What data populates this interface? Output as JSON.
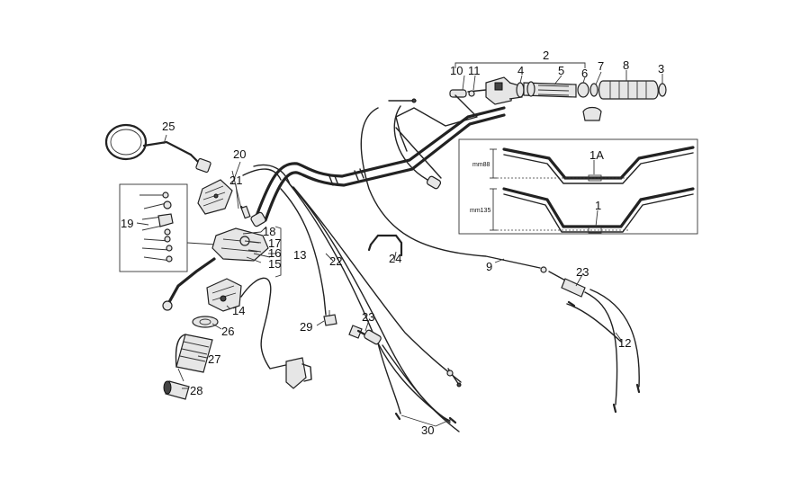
{
  "callouts": {
    "c1": "1",
    "c1a": "1A",
    "c2": "2",
    "c3": "3",
    "c4": "4",
    "c5": "5",
    "c6": "6",
    "c7": "7",
    "c8": "8",
    "c9": "9",
    "c10": "10",
    "c11": "11",
    "c12": "12",
    "c13": "13",
    "c14": "14",
    "c15": "15",
    "c16": "16",
    "c17": "17",
    "c18": "18",
    "c19": "19",
    "c20": "20",
    "c21": "21",
    "c22": "22",
    "c23a": "23",
    "c23b": "23",
    "c24": "24",
    "c25": "25",
    "c26": "26",
    "c27": "27",
    "c28": "28",
    "c29": "29",
    "c30": "30"
  },
  "inset": {
    "dim_top": "mm88",
    "dim_bottom": "mm135"
  }
}
